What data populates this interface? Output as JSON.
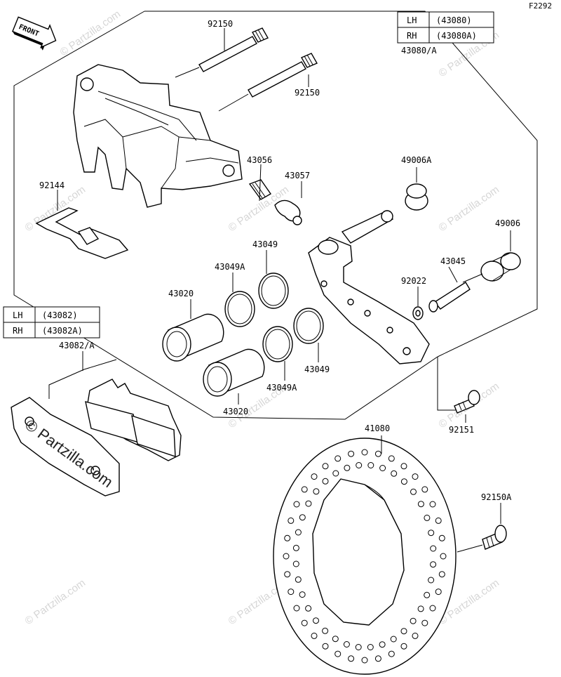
{
  "figure_code": "F2292",
  "front_arrow_label": "FRONT",
  "callouts": {
    "c92150_top": "92150",
    "c92150_mid": "92150",
    "c43080": "43080/A",
    "c92144": "92144",
    "c43056": "43056",
    "c43057": "43057",
    "c49006A": "49006A",
    "c49006": "49006",
    "c43049_top": "43049",
    "c43049A_top": "43049A",
    "c43045": "43045",
    "c92022": "92022",
    "c43020_top": "43020",
    "c43049_bot": "43049",
    "c43049A_bot": "43049A",
    "c43020_bot": "43020",
    "c43082": "43082/A",
    "c92151": "92151",
    "c41080": "41080",
    "c92150A": "92150A"
  },
  "table_caliper": {
    "rows": [
      {
        "side": "LH",
        "part": "(43080)"
      },
      {
        "side": "RH",
        "part": "(43080A)"
      }
    ]
  },
  "table_pads": {
    "rows": [
      {
        "side": "LH",
        "part": "(43082)"
      },
      {
        "side": "RH",
        "part": "(43082A)"
      }
    ]
  },
  "watermark": "© Partzilla.com"
}
